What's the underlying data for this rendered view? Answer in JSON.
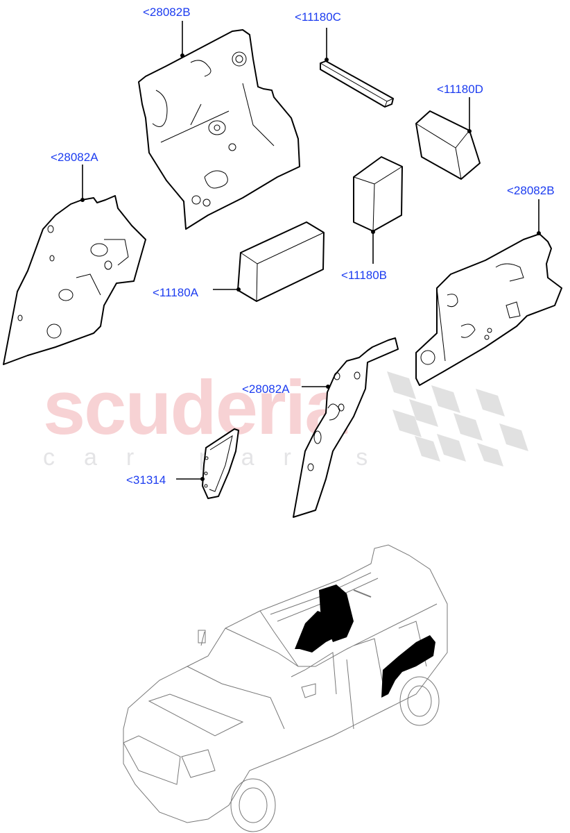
{
  "watermark": {
    "main": "scuderia",
    "sub": "car parts",
    "main_color": "#f7d2d4",
    "sub_color": "#e4e4e6",
    "checker_color": "#dcdcdc"
  },
  "label_color": "#1c3cf0",
  "callouts": [
    {
      "id": "28082B-top",
      "text": "<28082B",
      "part": "28082B"
    },
    {
      "id": "11180C",
      "text": "<11180C",
      "part": "11180C"
    },
    {
      "id": "11180D",
      "text": "<11180D",
      "part": "11180D"
    },
    {
      "id": "28082A-left",
      "text": "<28082A",
      "part": "28082A"
    },
    {
      "id": "28082B-right",
      "text": "<28082B",
      "part": "28082B"
    },
    {
      "id": "11180A",
      "text": "<11180A",
      "part": "11180A"
    },
    {
      "id": "11180B",
      "text": "<11180B",
      "part": "11180B"
    },
    {
      "id": "28082A-center",
      "text": "<28082A",
      "part": "28082A"
    },
    {
      "id": "31314",
      "text": "<31314",
      "part": "31314"
    }
  ],
  "parts": [
    {
      "name": "rear-floor-insulator-panel",
      "ref": "28082B"
    },
    {
      "name": "foam-strip",
      "ref": "11180C"
    },
    {
      "name": "foam-block-d",
      "ref": "11180D"
    },
    {
      "name": "wheelarch-insulator-left",
      "ref": "28082A"
    },
    {
      "name": "side-insulator-panel-right",
      "ref": "28082B"
    },
    {
      "name": "foam-block-a",
      "ref": "11180A"
    },
    {
      "name": "foam-block-b",
      "ref": "11180B"
    },
    {
      "name": "pillar-insulator",
      "ref": "28082A"
    },
    {
      "name": "pillar-trim-31314",
      "ref": "31314"
    }
  ],
  "locator": {
    "vehicle": "vehicle-locator-illustration",
    "highlight_color": "#000000"
  }
}
